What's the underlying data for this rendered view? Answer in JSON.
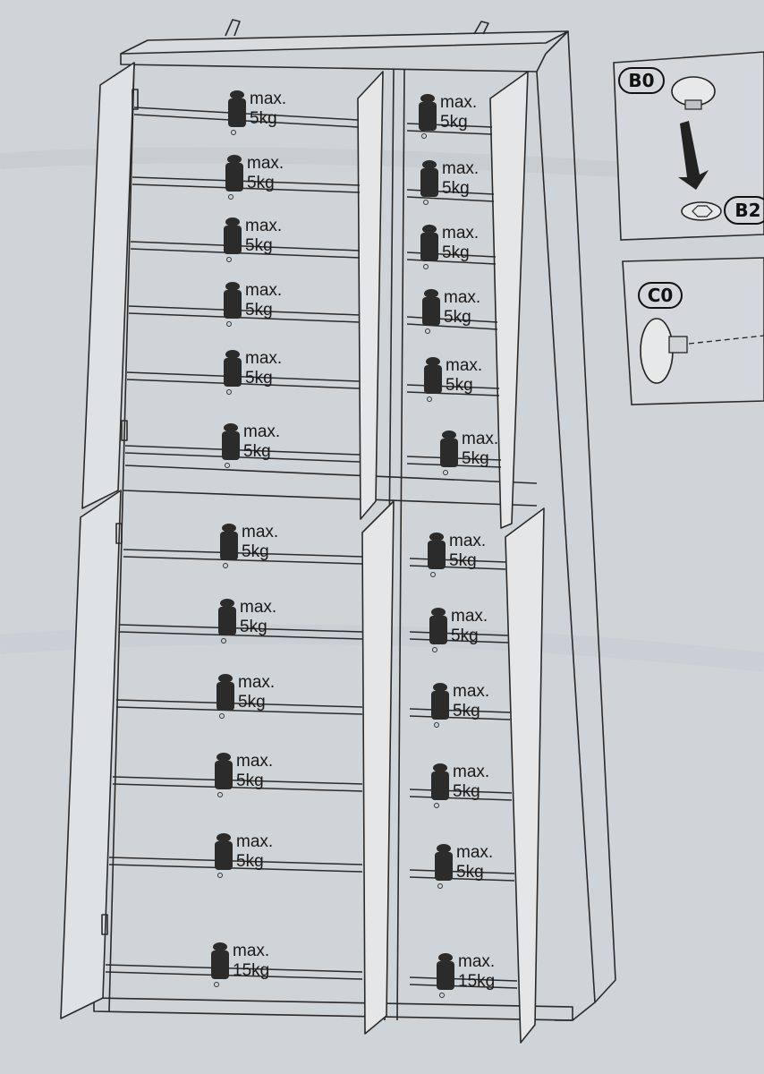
{
  "parts": {
    "b0": "B0",
    "b2": "B2",
    "c0": "C0"
  },
  "load_labels": {
    "left_upper": [
      {
        "max": "max.",
        "kg": "5kg"
      },
      {
        "max": "max.",
        "kg": "5kg"
      },
      {
        "max": "max.",
        "kg": "5kg"
      },
      {
        "max": "max.",
        "kg": "5kg"
      },
      {
        "max": "max.",
        "kg": "5kg"
      },
      {
        "max": "max.",
        "kg": "5kg"
      }
    ],
    "right_upper": [
      {
        "max": "max.",
        "kg": "5kg"
      },
      {
        "max": "max.",
        "kg": "5kg"
      },
      {
        "max": "max.",
        "kg": "5kg"
      },
      {
        "max": "max.",
        "kg": "5kg"
      },
      {
        "max": "max.",
        "kg": "5kg"
      },
      {
        "max": "max.",
        "kg": "5kg"
      }
    ],
    "left_lower": [
      {
        "max": "max.",
        "kg": "5kg"
      },
      {
        "max": "max.",
        "kg": "5kg"
      },
      {
        "max": "max.",
        "kg": "5kg"
      },
      {
        "max": "max.",
        "kg": "5kg"
      },
      {
        "max": "max.",
        "kg": "5kg"
      },
      {
        "max": "max.",
        "kg": "15kg"
      }
    ],
    "right_lower": [
      {
        "max": "max.",
        "kg": "5kg"
      },
      {
        "max": "max.",
        "kg": "5kg"
      },
      {
        "max": "max.",
        "kg": "5kg"
      },
      {
        "max": "max.",
        "kg": "5kg"
      },
      {
        "max": "max.",
        "kg": "5kg"
      },
      {
        "max": "max.",
        "kg": "15kg"
      }
    ]
  },
  "colors": {
    "paper": "#cfd4d8",
    "line": "#2a2a2a",
    "weight": "#2b2b2b"
  }
}
